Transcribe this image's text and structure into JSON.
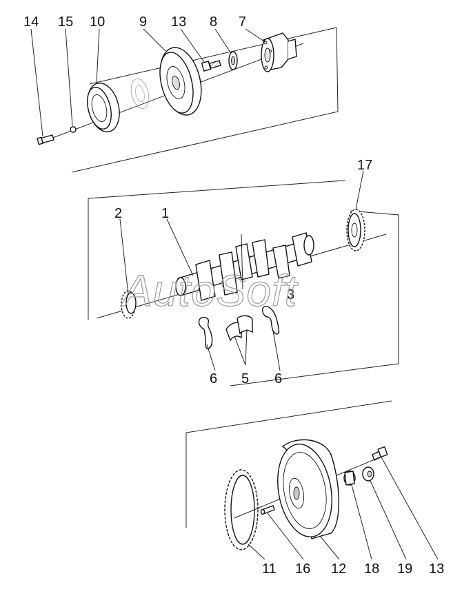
{
  "watermark": "AutoSoft",
  "callouts": {
    "top_14": "14",
    "top_15": "15",
    "top_10": "10",
    "top_9": "9",
    "top_13": "13",
    "top_8": "8",
    "top_7": "7",
    "mid_17": "17",
    "mid_2": "2",
    "mid_1": "1",
    "mid_3": "3",
    "mid_6a": "6",
    "mid_5": "5",
    "mid_6b": "6",
    "bot_11": "11",
    "bot_16": "16",
    "bot_12": "12",
    "bot_18": "18",
    "bot_19": "19",
    "bot_13": "13"
  },
  "colors": {
    "line": "#111111",
    "part_fill": "#ffffff",
    "shade": "#d9d9d9",
    "watermark": "#9a9a9a"
  }
}
